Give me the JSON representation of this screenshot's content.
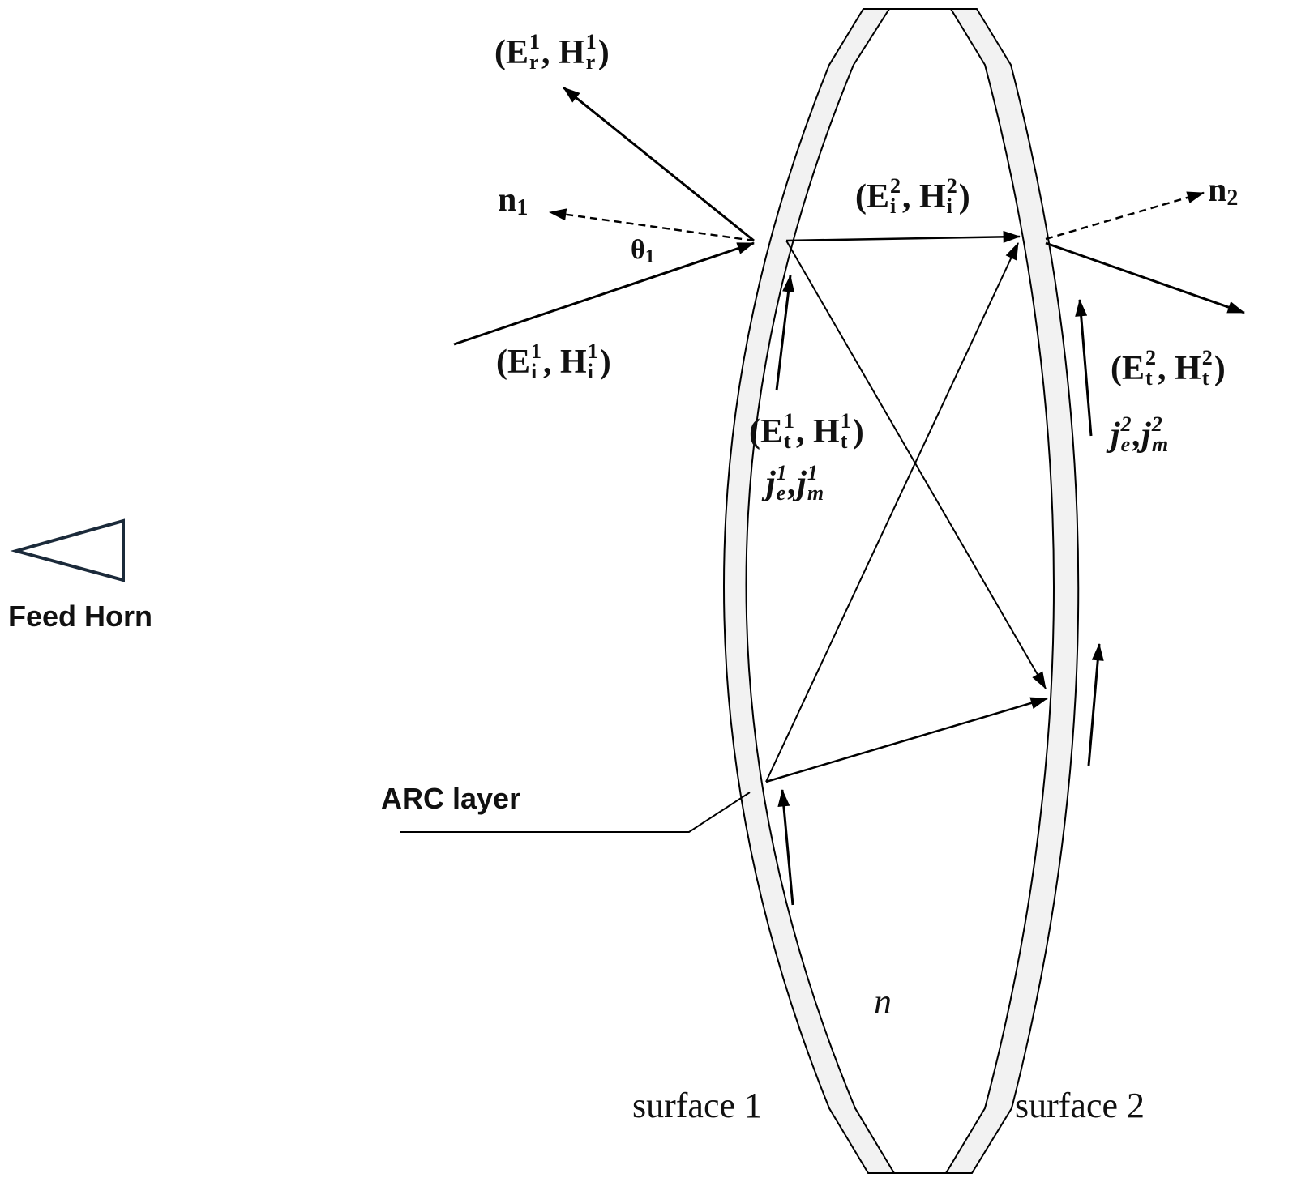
{
  "labels": {
    "reflected": {
      "f1": "E",
      "f2": "H",
      "sup": "1",
      "sub": "r"
    },
    "incident_1": {
      "f1": "E",
      "f2": "H",
      "sup": "1",
      "sub": "i"
    },
    "incident_2": {
      "f1": "E",
      "f2": "H",
      "sup": "2",
      "sub": "i"
    },
    "transmitted_1": {
      "f1": "E",
      "f2": "H",
      "sup": "1",
      "sub": "t"
    },
    "transmitted_2": {
      "f1": "E",
      "f2": "H",
      "sup": "2",
      "sub": "t"
    },
    "currents_1": {
      "f1": "j",
      "f2": "j",
      "sup": "1",
      "sub_e": "e",
      "sub_m": "m"
    },
    "currents_2": {
      "f1": "j",
      "f2": "j",
      "sup": "2",
      "sub_e": "e",
      "sub_m": "m"
    },
    "normal_1": {
      "base": "n",
      "sub": "1"
    },
    "normal_2": {
      "base": "n",
      "sub": "2"
    },
    "angle": {
      "base": "θ",
      "sub": "1"
    },
    "index": "n",
    "surface_1": "surface 1",
    "surface_2": "surface 2",
    "feed_horn": "Feed Horn",
    "arc_layer": "ARC layer"
  },
  "colors": {
    "layer_fill": "#f2f2f2",
    "line": "#000000",
    "horn": "#1b2a3a"
  }
}
